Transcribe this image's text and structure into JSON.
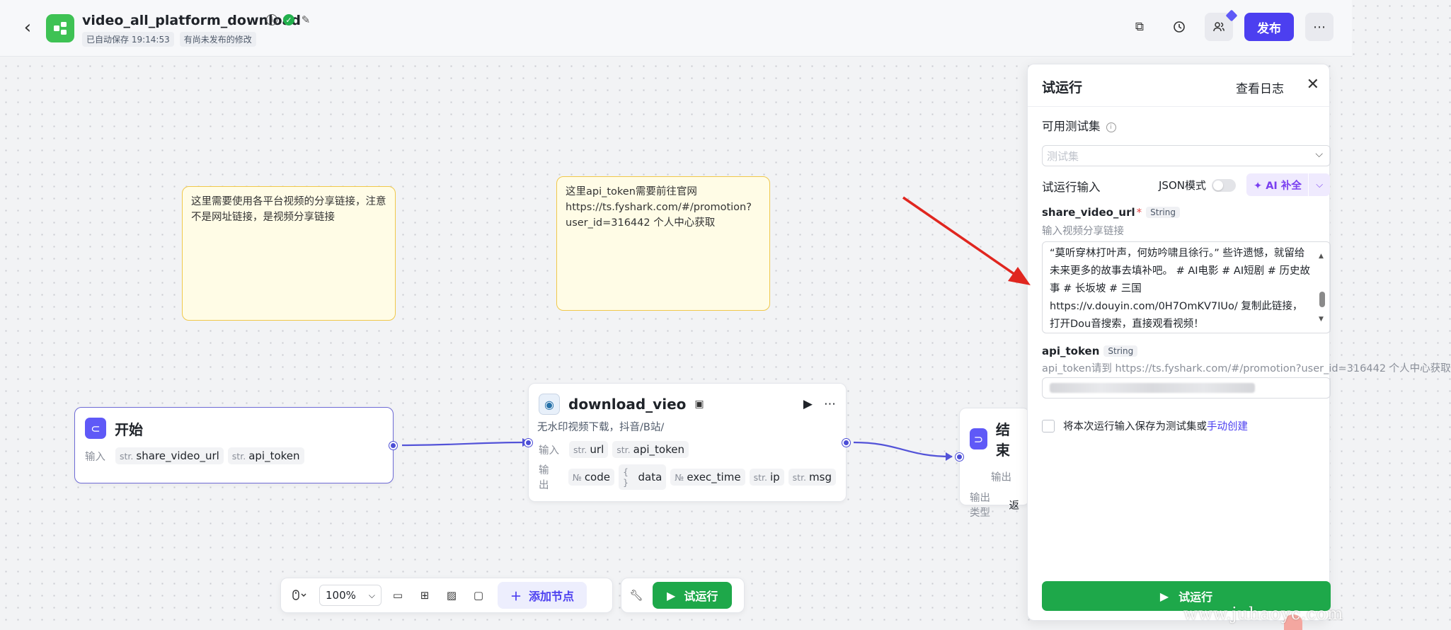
{
  "header": {
    "title": "video_all_platform_download",
    "autosave": "已自动保存 19:14:53",
    "unpublished": "有尚未发布的修改",
    "publish_label": "发布"
  },
  "notes": [
    {
      "text": "这里需要使用各平台视频的分享链接，注意不是网址链接，是视频分享链接"
    },
    {
      "text": "这里api_token需要前往官网\nhttps://ts.fyshark.com/#/promotion?\nuser_id=316442 个人中心获取"
    }
  ],
  "nodes": {
    "start": {
      "title": "开始",
      "input_label": "输入",
      "inputs": [
        {
          "type": "str.",
          "name": "share_video_url"
        },
        {
          "type": "str.",
          "name": "api_token"
        }
      ]
    },
    "download": {
      "title": "download_vieo",
      "desc": "无水印视频下载，抖音/B站/",
      "input_label": "输入",
      "output_label": "输出",
      "inputs": [
        {
          "type": "str.",
          "name": "url"
        },
        {
          "type": "str.",
          "name": "api_token"
        }
      ],
      "outputs": [
        {
          "type": "№",
          "name": "code"
        },
        {
          "type": "{ }",
          "name": "data"
        },
        {
          "type": "№",
          "name": "exec_time"
        },
        {
          "type": "str.",
          "name": "ip"
        },
        {
          "type": "str.",
          "name": "msg"
        }
      ]
    },
    "end": {
      "title": "结束",
      "output_label": "输出",
      "output_type_label": "输出类型",
      "output_type_value": "返"
    }
  },
  "toolbar": {
    "zoom": "100%",
    "add_node": "添加节点",
    "run": "试运行"
  },
  "panel": {
    "title": "试运行",
    "view_log": "查看日志",
    "testset_label": "可用测试集",
    "testset_placeholder": "测试集",
    "run_input_label": "试运行输入",
    "json_mode": "JSON模式",
    "ai_fill": "AI 补全",
    "field1": {
      "name": "share_video_url",
      "required": "*",
      "type": "String",
      "desc": "输入视频分享链接",
      "value": "“莫听穿林打叶声，何妨吟啸且徐行。” 些许遗憾，就留给未来更多的故事去填补吧。 # AI电影 # AI短剧 # 历史故事 # 长坂坡 # 三国 https://v.douyin.com/0H7OmKV7IUo/ 复制此链接，打开Dou音搜索，直接观看视频！"
    },
    "field2": {
      "name": "api_token",
      "type": "String",
      "desc": "api_token请到 https://ts.fyshark.com/#/promotion?user_id=316442 个人中心获取"
    },
    "save_text": "将本次运行输入保存为测试集或",
    "save_link": "手动创建",
    "run_button": "试运行"
  },
  "watermark": "www.juhaoyc.com",
  "colors": {
    "accent": "#4c3ff0",
    "run_green": "#1ea84a",
    "note_border": "#f0c84b",
    "annotation_arrow": "#e0261f"
  }
}
